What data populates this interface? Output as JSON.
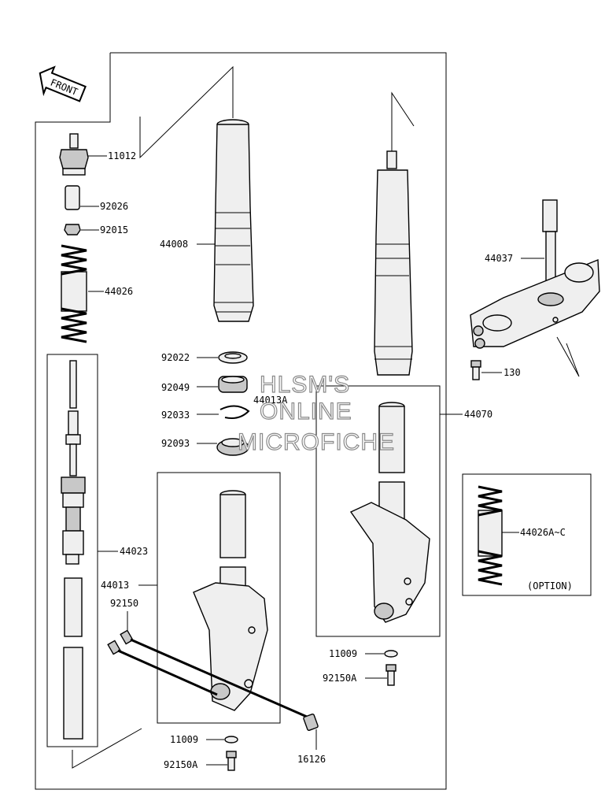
{
  "front_label": "FRONT",
  "parts": {
    "p11012": "11012",
    "p92026": "92026",
    "p92015": "92015",
    "p44026": "44026",
    "p44008": "44008",
    "p92022": "92022",
    "p92049": "92049",
    "p44013A": "44013A",
    "p92033": "92033",
    "p92093": "92093",
    "p44023": "44023",
    "p44013": "44013",
    "p92150": "92150",
    "p11009a": "11009",
    "p92150Aa": "92150A",
    "p16126": "16126",
    "p44070": "44070",
    "p11009b": "11009",
    "p92150Ab": "92150A",
    "p44037": "44037",
    "p130": "130",
    "p44026AC": "44026A~C",
    "option": "(OPTION)"
  },
  "watermark": {
    "line1": "HLSM'S",
    "line2": "ONLINE",
    "line3": "MICROFICHE"
  }
}
